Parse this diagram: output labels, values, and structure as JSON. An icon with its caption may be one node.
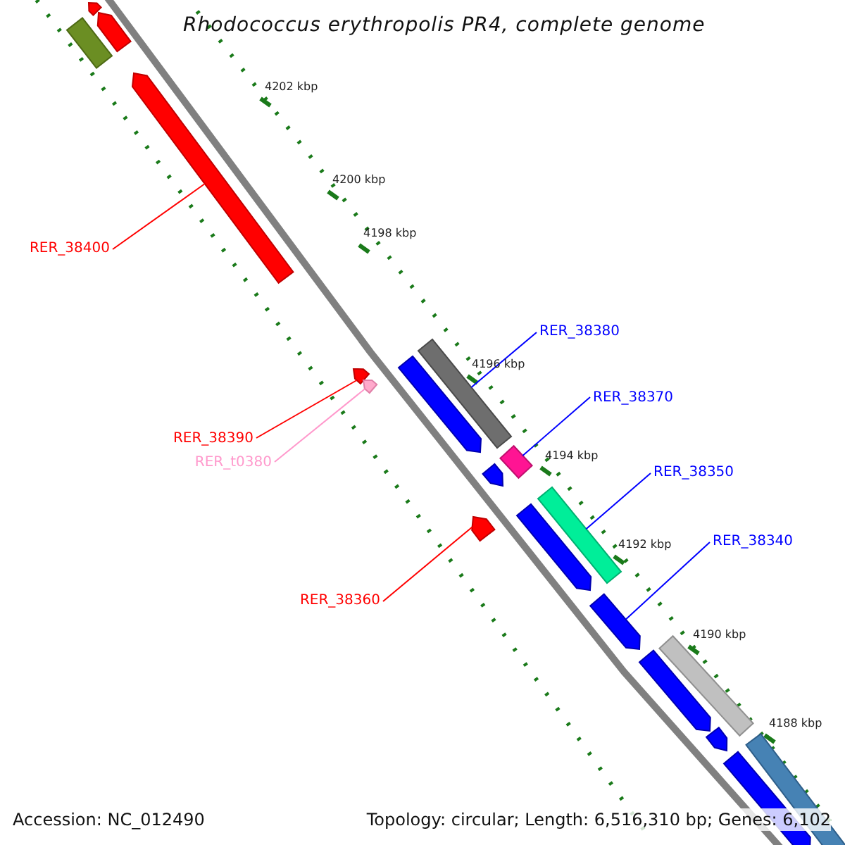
{
  "diagram": {
    "title": "Rhodococcus erythropolis PR4, complete genome",
    "nodes": [
      {
        "text": [
          "RER_38400"
        ]
      },
      {
        "text": [
          "RER_38390"
        ]
      },
      {
        "text": [
          "RER_t0380"
        ]
      },
      {
        "text": [
          "RER_38360"
        ]
      },
      {
        "text": [
          "RER_38380"
        ]
      },
      {
        "text": [
          "RER_38370"
        ]
      },
      {
        "text": [
          "RER_38350"
        ]
      },
      {
        "text": [
          "RER_38340"
        ]
      },
      {
        "text": [],
        "shape": "bar"
      },
      {
        "text": [],
        "shape": "bar"
      },
      {
        "text": [],
        "shape": "bar"
      },
      {
        "text": [],
        "shape": "bar"
      },
      {
        "text": [],
        "shape": "bar"
      },
      {
        "text": [],
        "shape": "bar"
      },
      {
        "text": [],
        "shape": "bar"
      },
      {
        "text": [],
        "shape": "bar"
      },
      {
        "text": [],
        "shape": "bar"
      },
      {
        "text": [],
        "shape": "bar"
      },
      {
        "text": [],
        "shape": "bar"
      },
      {
        "text": [],
        "shape": "bar"
      },
      {
        "text": [],
        "shape": "bar"
      },
      {
        "text": [],
        "shape": "bar"
      },
      {
        "text": [],
        "shape": "bar"
      },
      {
        "text": [],
        "shape": "bar"
      },
      {
        "text": [],
        "shape": "bar"
      },
      {
        "text": [],
        "shape": "bar"
      },
      {
        "text": [],
        "shape": "bar"
      }
    ],
    "edges": [
      {
        "from": 0,
        "to": 8,
        "arrow": "none",
        "color": "#ff0000"
      },
      {
        "from": 1,
        "to": 9,
        "arrow": "none",
        "color": "#ff0000"
      },
      {
        "from": 2,
        "to": 10,
        "arrow": "none",
        "color": "#ff99cc"
      },
      {
        "from": 3,
        "to": 11,
        "arrow": "none",
        "color": "#ff0000"
      },
      {
        "from": 4,
        "to": 12,
        "arrow": "none",
        "color": "#0000ff"
      },
      {
        "from": 5,
        "to": 13,
        "arrow": "none",
        "color": "#0000ff"
      },
      {
        "from": 6,
        "to": 14,
        "arrow": "none",
        "color": "#0000ff"
      },
      {
        "from": 7,
        "to": 22,
        "arrow": "none",
        "color": "#0000ff"
      }
    ],
    "labels": [
      "4202 kbp",
      "4200 kbp",
      "4198 kbp",
      "4196 kbp",
      "4194 kbp",
      "4192 kbp",
      "4190 kbp",
      "4188 kbp",
      "Accession: NC_012490",
      "Topology: circular; Length: 6,516,310 bp; Genes: 6,102"
    ]
  }
}
